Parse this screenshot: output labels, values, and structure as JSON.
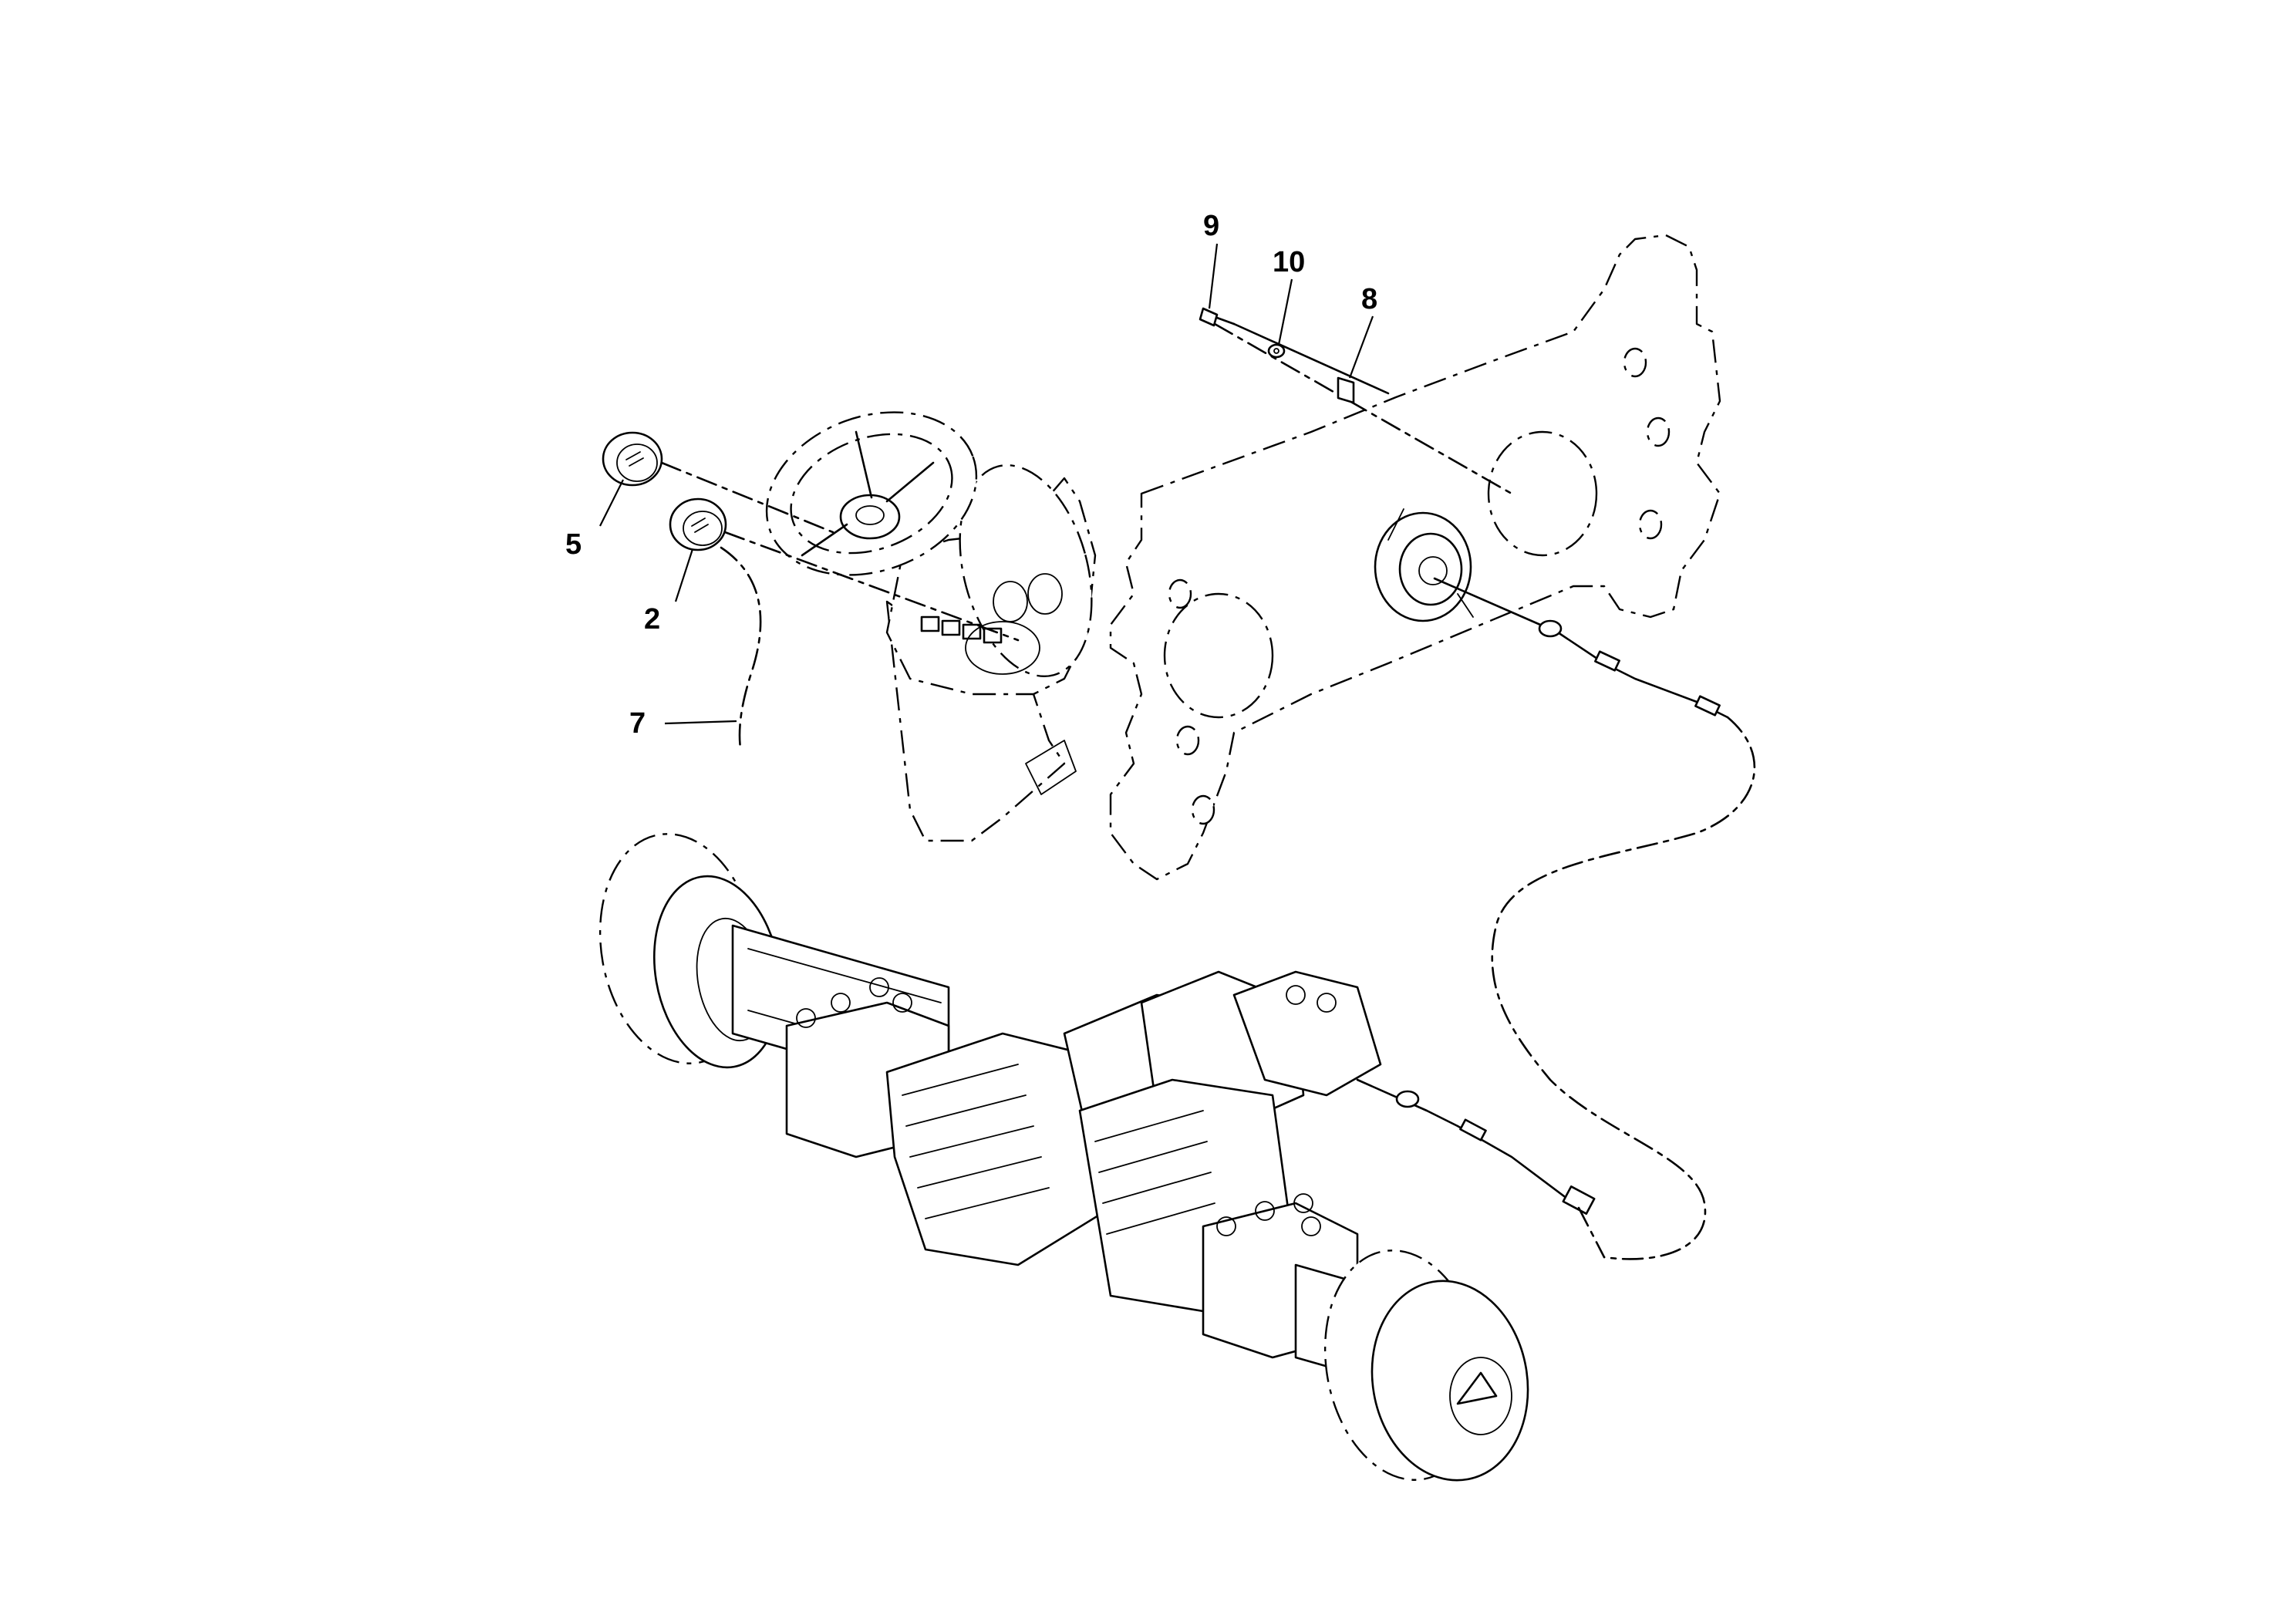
{
  "callouts": [
    {
      "id": "9",
      "label": "9"
    },
    {
      "id": "10",
      "label": "10"
    },
    {
      "id": "8",
      "label": "8"
    },
    {
      "id": "5",
      "label": "5"
    },
    {
      "id": "2",
      "label": "2"
    },
    {
      "id": "7",
      "label": "7"
    }
  ],
  "parts": {
    "steering_column": "steering-wheel-assembly",
    "mounting_plate": "mounting-plate",
    "drive_axle": "drive-axle-assembly",
    "cable": "control-cable"
  }
}
